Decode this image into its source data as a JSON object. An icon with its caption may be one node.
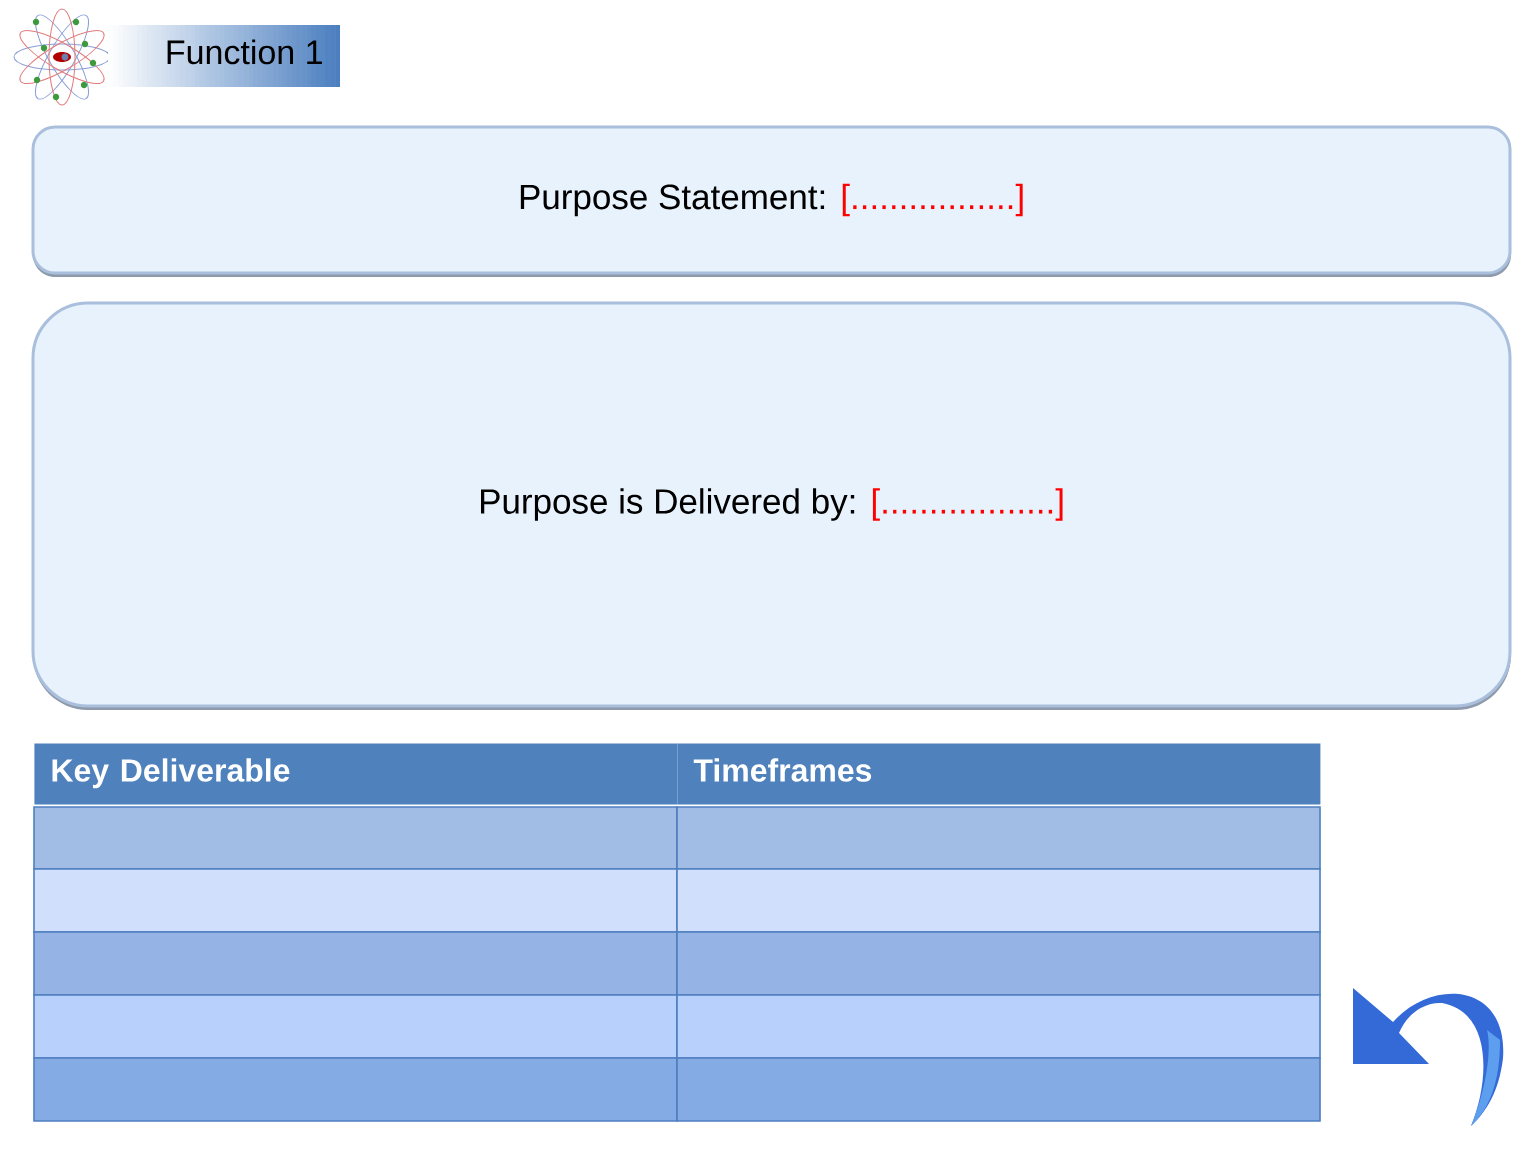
{
  "diagram": {
    "title": "Function 1",
    "nodes": [
      {
        "text": [
          "Purpose Statement:",
          "[.................]"
        ]
      },
      {
        "text": [
          "Purpose is Delivered by:",
          "[..................]"
        ]
      }
    ],
    "labels": [
      "Key Deliverable",
      "Timeframes"
    ]
  }
}
